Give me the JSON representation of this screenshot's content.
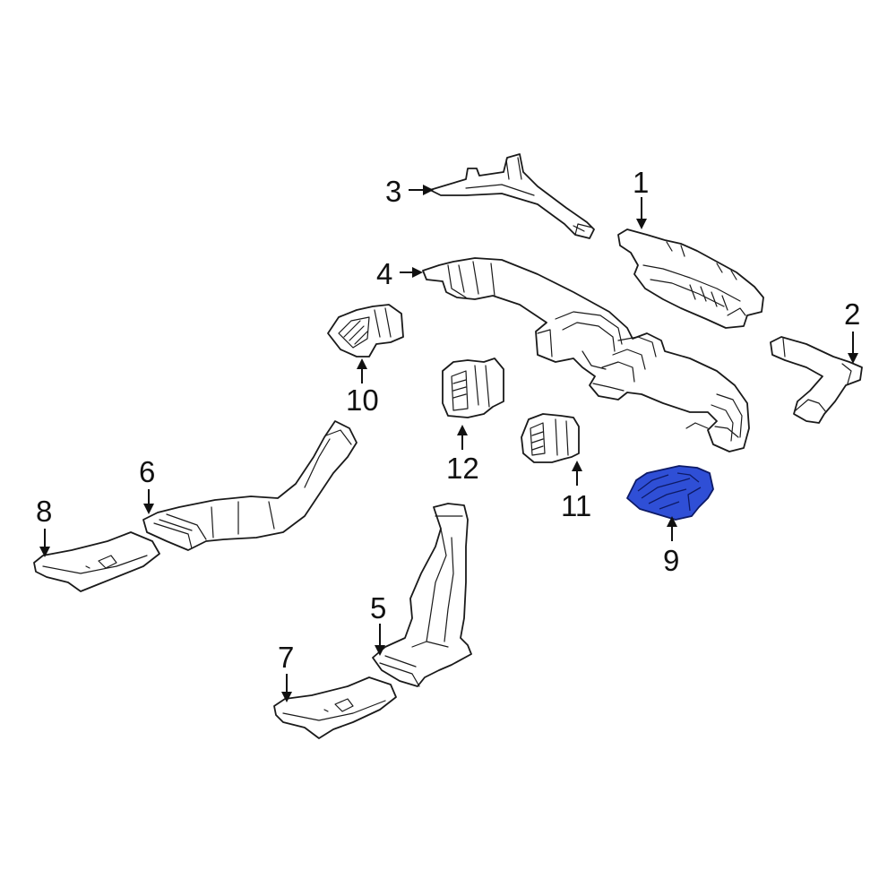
{
  "diagram": {
    "highlight_color": "#2f4fd6",
    "line_color": "#1a1a1a",
    "background": "#ffffff"
  },
  "callouts": [
    {
      "id": "1",
      "label": "1"
    },
    {
      "id": "2",
      "label": "2"
    },
    {
      "id": "3",
      "label": "3"
    },
    {
      "id": "4",
      "label": "4"
    },
    {
      "id": "5",
      "label": "5"
    },
    {
      "id": "6",
      "label": "6"
    },
    {
      "id": "7",
      "label": "7"
    },
    {
      "id": "8",
      "label": "8"
    },
    {
      "id": "9",
      "label": "9"
    },
    {
      "id": "10",
      "label": "10"
    },
    {
      "id": "11",
      "label": "11"
    },
    {
      "id": "12",
      "label": "12"
    }
  ],
  "highlighted_part": "9"
}
